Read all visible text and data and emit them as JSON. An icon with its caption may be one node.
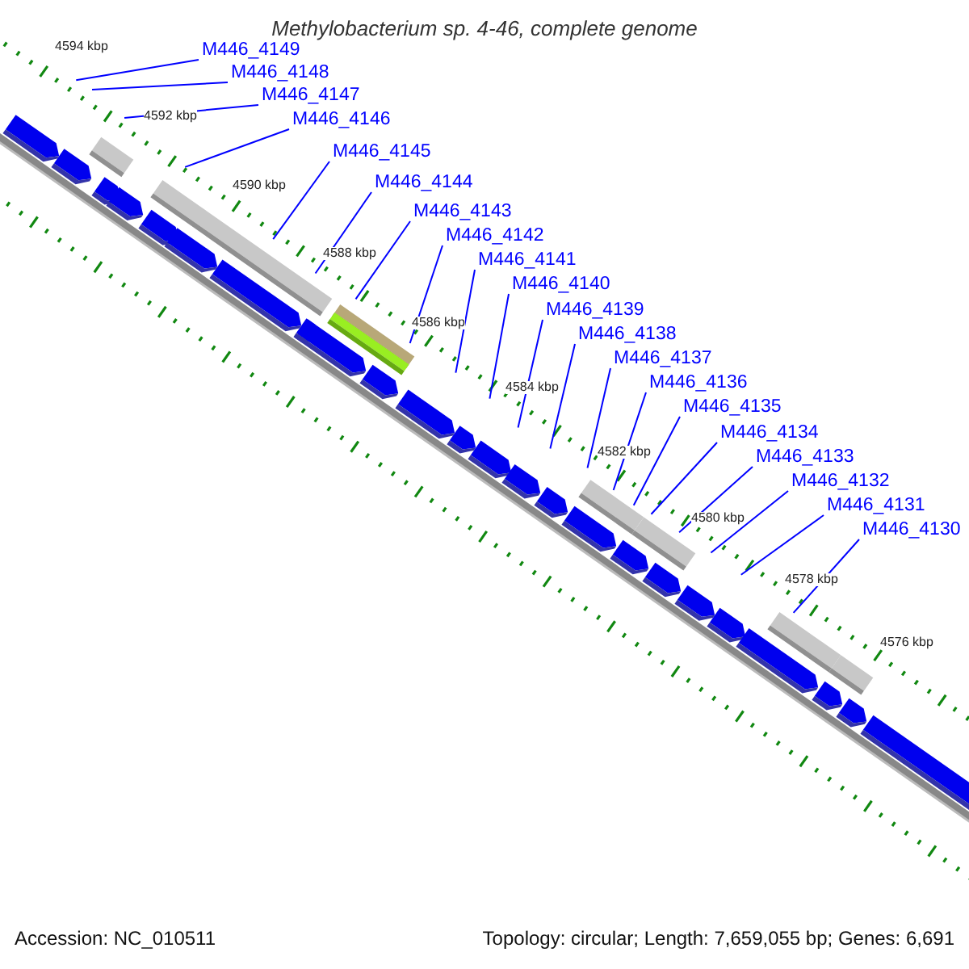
{
  "diagram": {
    "title": "Methylobacterium sp. 4-46, complete genome",
    "nodes": [
      {
        "text": [
          "M446_4149"
        ]
      },
      {
        "text": [
          "M446_4148"
        ]
      },
      {
        "text": [
          "M446_4147"
        ]
      },
      {
        "text": [
          "M446_4146"
        ]
      },
      {
        "text": [
          "M446_4145"
        ]
      },
      {
        "text": [
          "M446_4144"
        ]
      },
      {
        "text": [
          "M446_4143"
        ]
      },
      {
        "text": [
          "M446_4142"
        ]
      },
      {
        "text": [
          "M446_4141"
        ]
      },
      {
        "text": [
          "M446_4140"
        ]
      },
      {
        "text": [
          "M446_4139"
        ]
      },
      {
        "text": [
          "M446_4138"
        ]
      },
      {
        "text": [
          "M446_4137"
        ]
      },
      {
        "text": [
          "M446_4136"
        ]
      },
      {
        "text": [
          "M446_4135"
        ]
      },
      {
        "text": [
          "M446_4134"
        ]
      },
      {
        "text": [
          "M446_4133"
        ]
      },
      {
        "text": [
          "M446_4132"
        ]
      },
      {
        "text": [
          "M446_4131"
        ]
      },
      {
        "text": [
          "M446_4130"
        ]
      }
    ],
    "edges": [
      {
        "from": 0,
        "to": null,
        "arrow": "none"
      },
      {
        "from": 1,
        "to": null,
        "arrow": "none"
      },
      {
        "from": 2,
        "to": null,
        "arrow": "none"
      },
      {
        "from": 3,
        "to": null,
        "arrow": "none"
      },
      {
        "from": 4,
        "to": null,
        "arrow": "none"
      },
      {
        "from": 5,
        "to": null,
        "arrow": "none"
      },
      {
        "from": 6,
        "to": null,
        "arrow": "none"
      },
      {
        "from": 7,
        "to": null,
        "arrow": "none"
      },
      {
        "from": 8,
        "to": null,
        "arrow": "none"
      },
      {
        "from": 9,
        "to": null,
        "arrow": "none"
      },
      {
        "from": 10,
        "to": null,
        "arrow": "none"
      },
      {
        "from": 11,
        "to": null,
        "arrow": "none"
      },
      {
        "from": 12,
        "to": null,
        "arrow": "none"
      },
      {
        "from": 13,
        "to": null,
        "arrow": "none"
      },
      {
        "from": 14,
        "to": null,
        "arrow": "none"
      },
      {
        "from": 15,
        "to": null,
        "arrow": "none"
      },
      {
        "from": 16,
        "to": null,
        "arrow": "none"
      },
      {
        "from": 17,
        "to": null,
        "arrow": "none"
      },
      {
        "from": 18,
        "to": null,
        "arrow": "none"
      },
      {
        "from": 19,
        "to": null,
        "arrow": "none"
      }
    ],
    "labels": [
      "4594 kbp",
      "4592 kbp",
      "4590 kbp",
      "4588 kbp",
      "4586 kbp",
      "4584 kbp",
      "4582 kbp",
      "4580 kbp",
      "4578 kbp",
      "4576 kbp",
      "Accession: NC_010511",
      "Topology: circular; Length: 7,659,055 bp; Genes: 6,691"
    ]
  }
}
